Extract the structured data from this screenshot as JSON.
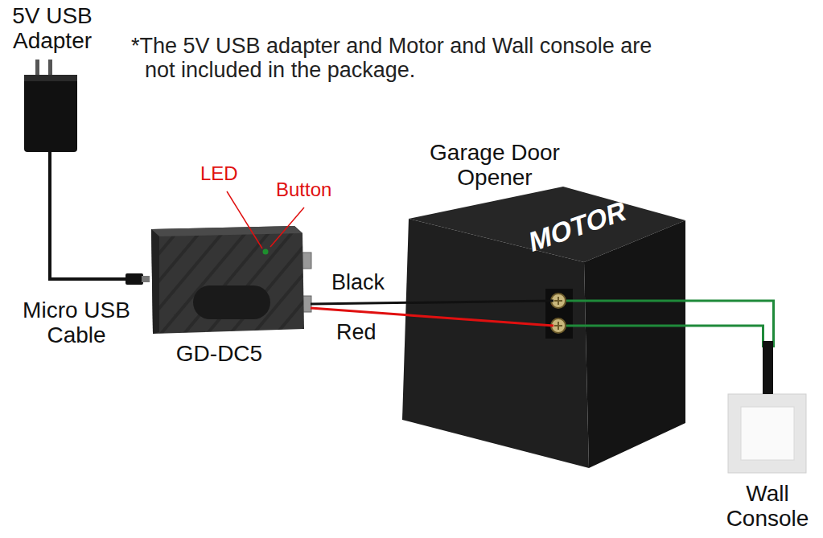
{
  "diagram": {
    "nodes": [
      {
        "text": [
          "GD-DC5"
        ]
      },
      {
        "text": [
          "Garage Door Opener",
          "MOTOR"
        ]
      },
      {
        "text": [
          "Wall Console"
        ]
      }
    ],
    "edges": [
      {
        "from": 0,
        "to": 1,
        "label": "Black",
        "arrow": "none"
      },
      {
        "from": 0,
        "to": 1,
        "label": "Red",
        "arrow": "none"
      },
      {
        "from": 1,
        "to": 2,
        "arrow": "none"
      }
    ],
    "labels": [
      "5V USB Adapter",
      "*The 5V USB adapter and Motor and Wall console are not included in the package.",
      "LED",
      "Button",
      "Micro USB Cable"
    ]
  }
}
